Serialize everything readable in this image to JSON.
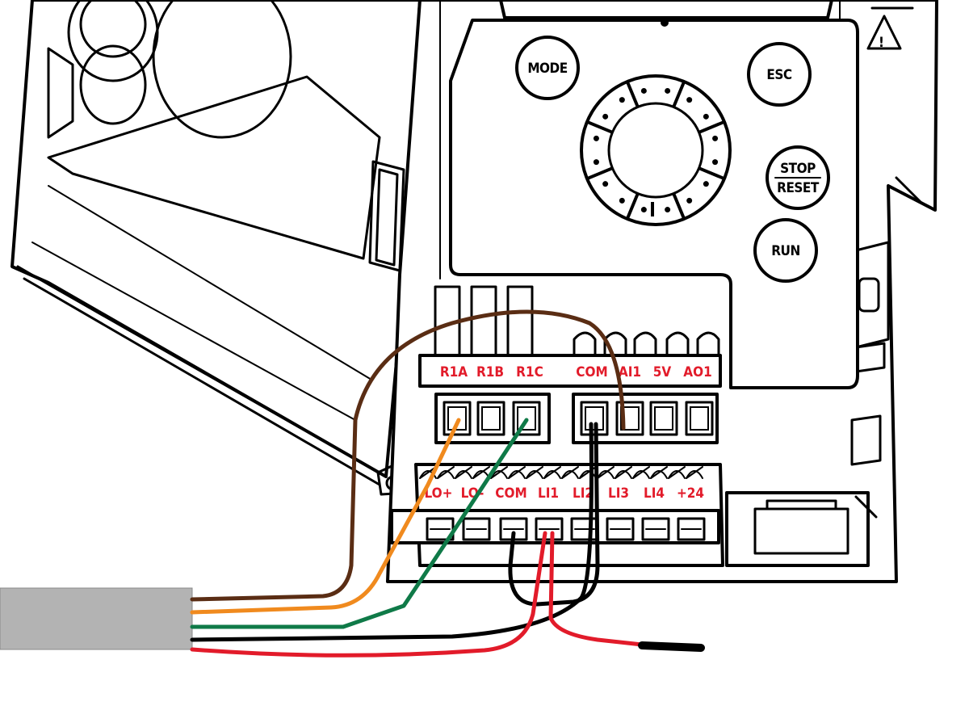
{
  "diagram": {
    "keypad": {
      "mode_key": "MODE",
      "esc_key": "ESC",
      "stop_key_line1": "STOP",
      "stop_key_line2": "RESET",
      "run_key": "RUN"
    },
    "upper_terminals": [
      "R1A",
      "R1B",
      "R1C",
      "COM",
      "AI1",
      "5V",
      "AO1"
    ],
    "lower_terminals": [
      "LO+",
      "LO-",
      "COM",
      "LI1",
      "LI2",
      "LI3",
      "LI4",
      "+24"
    ],
    "wire_colors": {
      "brown": "#5a2d14",
      "orange": "#f08a1e",
      "green": "#0f7a48",
      "black": "#000000",
      "red": "#e21b2a"
    },
    "cable_color": "#b3b3b3",
    "label_color": "#e21b2a"
  }
}
